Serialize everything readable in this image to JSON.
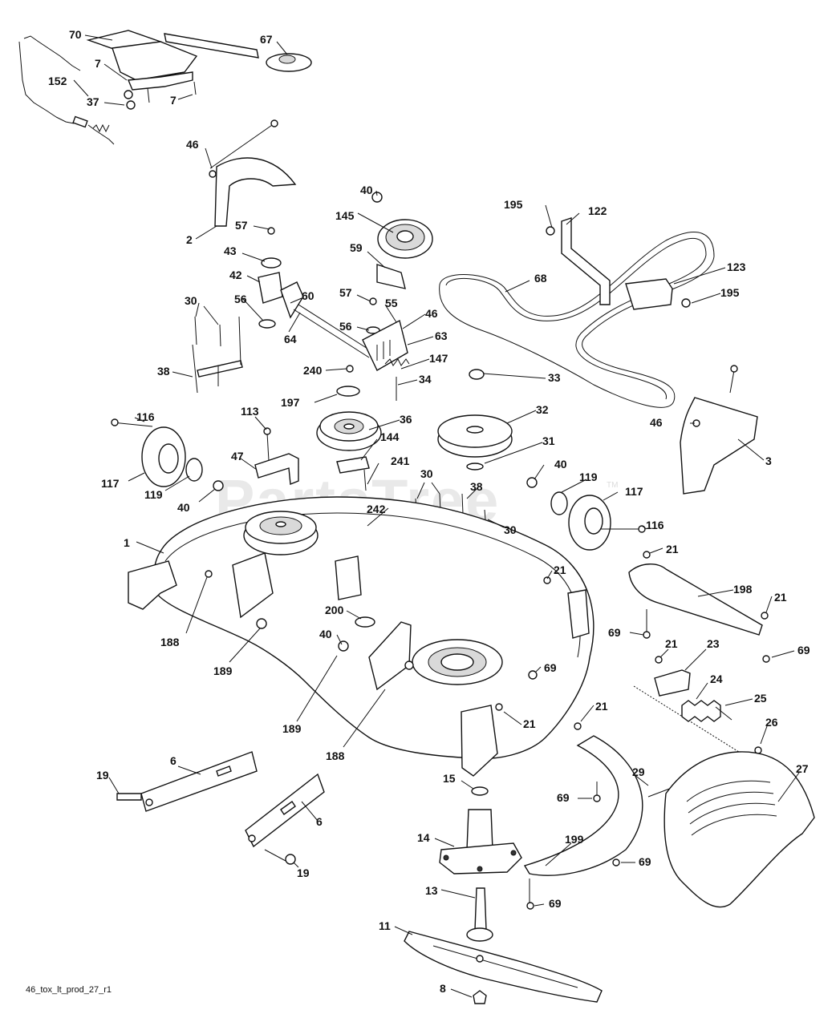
{
  "watermark": {
    "text": "PartsTree",
    "tm": "TM"
  },
  "caption": "46_tox_lt_prod_27_r1",
  "callouts": [
    {
      "id": "c-70",
      "text": "70"
    },
    {
      "id": "c-67",
      "text": "67"
    },
    {
      "id": "c-7a",
      "text": "7"
    },
    {
      "id": "c-152",
      "text": "152"
    },
    {
      "id": "c-37",
      "text": "37"
    },
    {
      "id": "c-7b",
      "text": "7"
    },
    {
      "id": "c-46a",
      "text": "46"
    },
    {
      "id": "c-2",
      "text": "2"
    },
    {
      "id": "c-40a",
      "text": "40"
    },
    {
      "id": "c-145",
      "text": "145"
    },
    {
      "id": "c-195a",
      "text": "195"
    },
    {
      "id": "c-122",
      "text": "122"
    },
    {
      "id": "c-57a",
      "text": "57"
    },
    {
      "id": "c-59",
      "text": "59"
    },
    {
      "id": "c-43",
      "text": "43"
    },
    {
      "id": "c-42",
      "text": "42"
    },
    {
      "id": "c-68",
      "text": "68"
    },
    {
      "id": "c-123",
      "text": "123"
    },
    {
      "id": "c-195b",
      "text": "195"
    },
    {
      "id": "c-30a",
      "text": "30"
    },
    {
      "id": "c-56a",
      "text": "56"
    },
    {
      "id": "c-60",
      "text": "60"
    },
    {
      "id": "c-57b",
      "text": "57"
    },
    {
      "id": "c-55",
      "text": "55"
    },
    {
      "id": "c-46b",
      "text": "46"
    },
    {
      "id": "c-64",
      "text": "64"
    },
    {
      "id": "c-56b",
      "text": "56"
    },
    {
      "id": "c-63",
      "text": "63"
    },
    {
      "id": "c-38a",
      "text": "38"
    },
    {
      "id": "c-240",
      "text": "240"
    },
    {
      "id": "c-147",
      "text": "147"
    },
    {
      "id": "c-33",
      "text": "33"
    },
    {
      "id": "c-34",
      "text": "34"
    },
    {
      "id": "c-197",
      "text": "197"
    },
    {
      "id": "c-116a",
      "text": "116"
    },
    {
      "id": "c-113",
      "text": "113"
    },
    {
      "id": "c-36",
      "text": "36"
    },
    {
      "id": "c-32",
      "text": "32"
    },
    {
      "id": "c-46c",
      "text": "46"
    },
    {
      "id": "c-144",
      "text": "144"
    },
    {
      "id": "c-31",
      "text": "31"
    },
    {
      "id": "c-3",
      "text": "3"
    },
    {
      "id": "c-47",
      "text": "47"
    },
    {
      "id": "c-241",
      "text": "241"
    },
    {
      "id": "c-30b",
      "text": "30"
    },
    {
      "id": "c-40b",
      "text": "40"
    },
    {
      "id": "c-119a",
      "text": "119"
    },
    {
      "id": "c-117a",
      "text": "117"
    },
    {
      "id": "c-119b",
      "text": "119"
    },
    {
      "id": "c-38b",
      "text": "38"
    },
    {
      "id": "c-117b",
      "text": "117"
    },
    {
      "id": "c-40c",
      "text": "40"
    },
    {
      "id": "c-242",
      "text": "242"
    },
    {
      "id": "c-30c",
      "text": "30"
    },
    {
      "id": "c-116b",
      "text": "116"
    },
    {
      "id": "c-1",
      "text": "1"
    },
    {
      "id": "c-21a",
      "text": "21"
    },
    {
      "id": "c-21b",
      "text": "21"
    },
    {
      "id": "c-198",
      "text": "198"
    },
    {
      "id": "c-21c",
      "text": "21"
    },
    {
      "id": "c-200",
      "text": "200"
    },
    {
      "id": "c-188a",
      "text": "188"
    },
    {
      "id": "c-69a",
      "text": "69"
    },
    {
      "id": "c-69b",
      "text": "69"
    },
    {
      "id": "c-40d",
      "text": "40"
    },
    {
      "id": "c-189a",
      "text": "189"
    },
    {
      "id": "c-21d",
      "text": "21"
    },
    {
      "id": "c-23",
      "text": "23"
    },
    {
      "id": "c-69c",
      "text": "69"
    },
    {
      "id": "c-24",
      "text": "24"
    },
    {
      "id": "c-25",
      "text": "25"
    },
    {
      "id": "c-21e",
      "text": "21"
    },
    {
      "id": "c-189b",
      "text": "189"
    },
    {
      "id": "c-21f",
      "text": "21"
    },
    {
      "id": "c-26",
      "text": "26"
    },
    {
      "id": "c-188b",
      "text": "188"
    },
    {
      "id": "c-6a",
      "text": "6"
    },
    {
      "id": "c-29",
      "text": "29"
    },
    {
      "id": "c-27",
      "text": "27"
    },
    {
      "id": "c-19a",
      "text": "19"
    },
    {
      "id": "c-15",
      "text": "15"
    },
    {
      "id": "c-69d",
      "text": "69"
    },
    {
      "id": "c-6b",
      "text": "6"
    },
    {
      "id": "c-14",
      "text": "14"
    },
    {
      "id": "c-199",
      "text": "199"
    },
    {
      "id": "c-69e",
      "text": "69"
    },
    {
      "id": "c-19b",
      "text": "19"
    },
    {
      "id": "c-13",
      "text": "13"
    },
    {
      "id": "c-69f",
      "text": "69"
    },
    {
      "id": "c-11",
      "text": "11"
    },
    {
      "id": "c-8",
      "text": "8"
    }
  ]
}
